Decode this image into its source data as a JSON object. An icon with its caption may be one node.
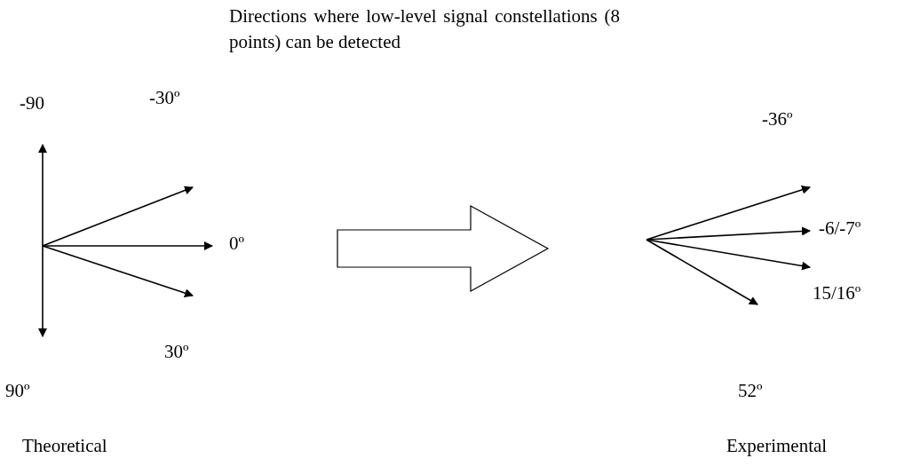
{
  "diagram": {
    "title": "Directions where low-level signal constellations (8 points) can be detected",
    "labels": [
      "-90",
      "-30º",
      "-36º",
      "0º",
      "-6/-7º",
      "15/16º",
      "30º",
      "90º",
      "52º",
      "Theoretical",
      "Experimental"
    ]
  }
}
